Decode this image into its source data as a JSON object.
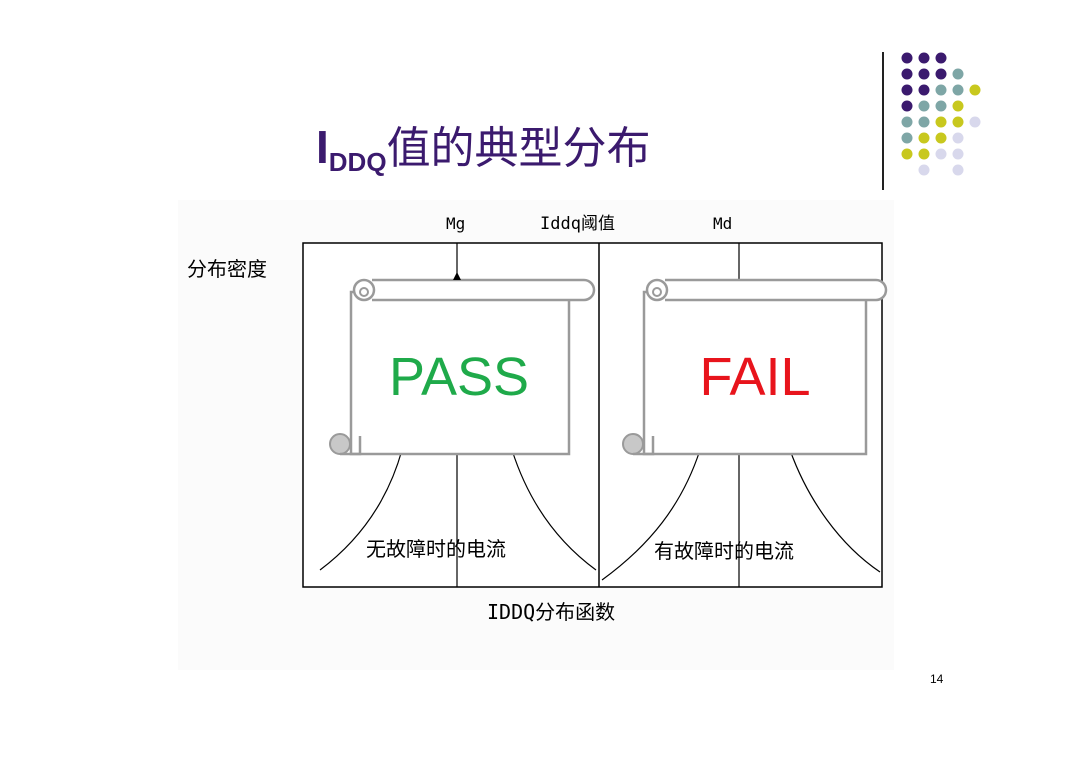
{
  "slide": {
    "title_main": "I",
    "title_sub": "DDQ",
    "title_rest": "值的典型分布",
    "page_number": "14"
  },
  "diagram": {
    "label_mg": "Mg",
    "label_threshold": "Iddq阈值",
    "label_md": "Md",
    "y_axis_label": "分布密度",
    "x_axis_label": "IDDQ分布函数",
    "curve_left_label": "无故障时的电流",
    "curve_right_label": "有故障时的电流",
    "pass_text": "PASS",
    "fail_text": "FAIL"
  },
  "colors": {
    "title": "#3b1a6e",
    "pass": "#1faa4a",
    "fail": "#e8141c",
    "dot_purple": "#3b1a6e",
    "dot_teal": "#7ea6a6",
    "dot_yellow": "#c8c81e",
    "dot_lavender": "#d8d8ec"
  }
}
